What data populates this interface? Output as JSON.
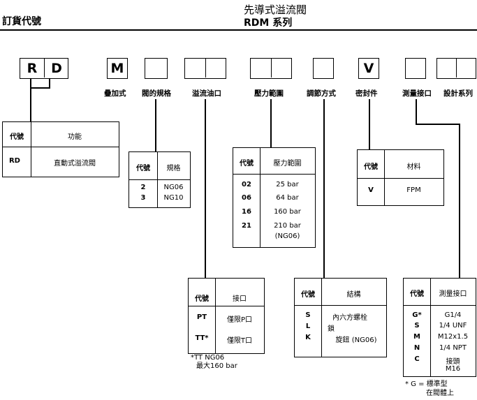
{
  "header": {
    "left_title": "訂貨代號",
    "title_line1": "先導式溢流閥",
    "title_line2": "RDM 系列"
  },
  "code_boxes": {
    "r": "R",
    "d": "D",
    "m": "M",
    "v": "V"
  },
  "labels": {
    "stack": "疊加式",
    "valve_size": "閥的規格",
    "port": "溢流油口",
    "pressure": "壓力範圍",
    "adjust": "調節方式",
    "seal": "密封件",
    "gauge": "測量接口",
    "series": "設計系列"
  },
  "function_table": {
    "h_code": "代號",
    "h_name": "功能",
    "rows": [
      {
        "code": "RD",
        "name": "直動式溢流閥"
      }
    ]
  },
  "size_table": {
    "h_code": "代號",
    "h_name": "規格",
    "codes": [
      "2",
      "3"
    ],
    "names": [
      "NG06",
      "NG10"
    ]
  },
  "pressure_table": {
    "h_code": "代號",
    "h_name": "壓力範圍",
    "rows": [
      {
        "code": "02",
        "value": "25 bar"
      },
      {
        "code": "06",
        "value": "64 bar"
      },
      {
        "code": "16",
        "value": "160 bar"
      },
      {
        "code": "21",
        "value": "210 bar",
        "value2": "(NG06)"
      }
    ]
  },
  "seal_table": {
    "h_code": "代號",
    "h_name": "材料",
    "rows": [
      {
        "code": "V",
        "name": "FPM"
      }
    ]
  },
  "port_table": {
    "h_code": "代號",
    "h_name": "接口",
    "rows": [
      {
        "code": "PT",
        "name": "僅限P口"
      },
      {
        "code": "TT*",
        "name": "僅限T口"
      }
    ],
    "note_line1": "*TT NG06",
    "note_line2": "最大160 bar"
  },
  "adjust_table": {
    "h_code": "代號",
    "h_name": "結構",
    "codes": [
      "S",
      "L",
      "K"
    ],
    "names": [
      "內六方螺栓",
      "鎖",
      "旋鈕 (NG06)"
    ]
  },
  "gauge_table": {
    "h_code": "代號",
    "h_name": "測量接口",
    "codes": [
      "G*",
      "S",
      "M",
      "N",
      "C"
    ],
    "names": [
      "G1/4",
      "1/4 UNF",
      "M12x1.5",
      "1/4 NPT",
      "接頭"
    ],
    "name_extra": "M16",
    "note_line1": "* G = 標準型",
    "note_line2": "在閥體上"
  }
}
